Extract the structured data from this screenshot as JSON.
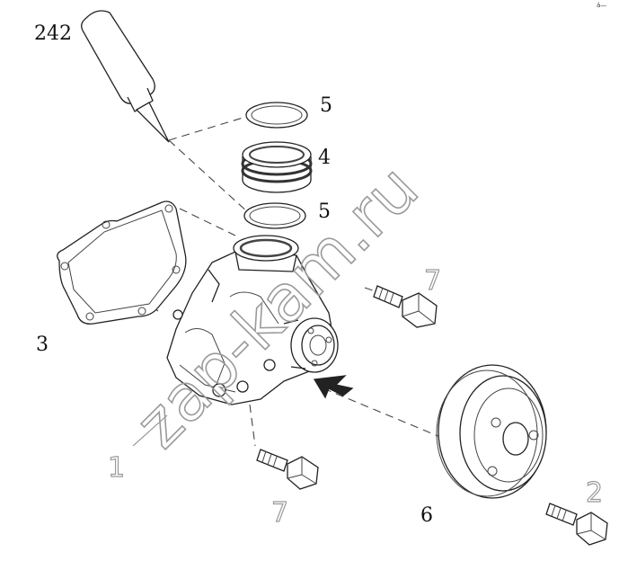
{
  "callouts": {
    "c242": "242",
    "c5a": "5",
    "c4": "4",
    "c5b": "5",
    "c3": "3",
    "c6": "6",
    "c7a": "7",
    "c1": "1",
    "c7b": "7",
    "c2": "2"
  },
  "watermark": "zap-kam.ru",
  "corner_mark": "á—"
}
